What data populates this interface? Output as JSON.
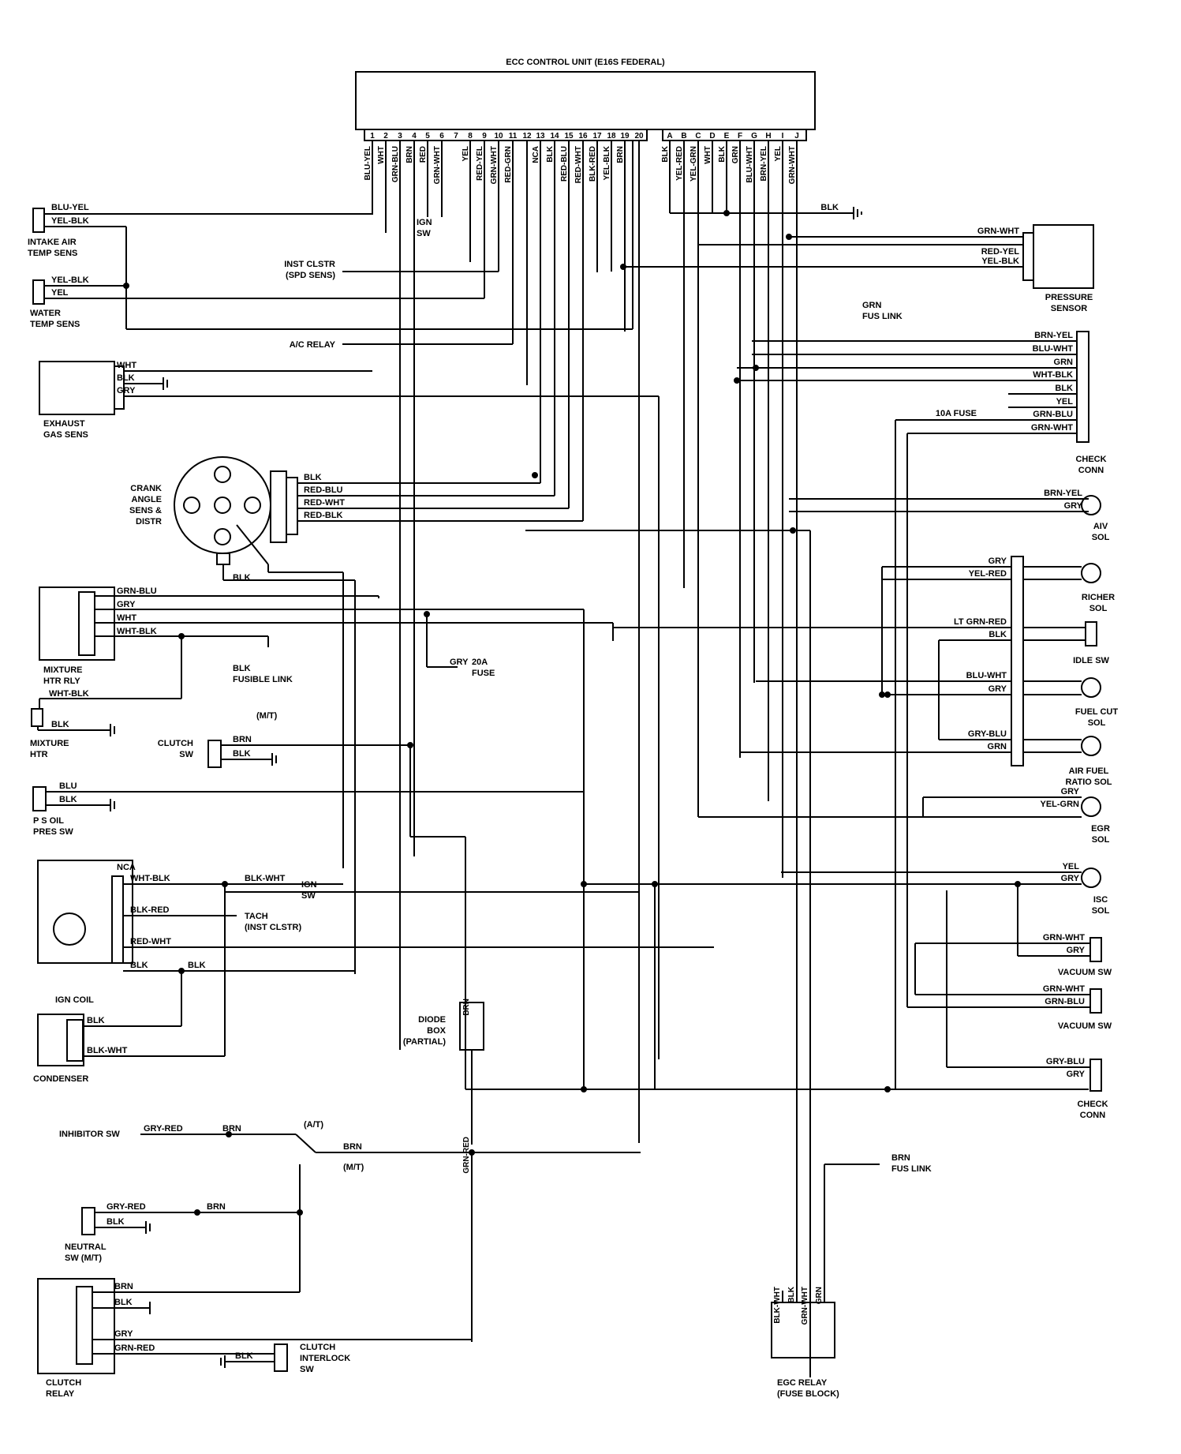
{
  "ecu": {
    "title": "ECC CONTROL UNIT (E16S FEDERAL)",
    "pins_num": [
      "1",
      "2",
      "3",
      "4",
      "5",
      "6",
      "7",
      "8",
      "9",
      "10",
      "11",
      "12",
      "13",
      "14",
      "15",
      "16",
      "17",
      "18",
      "19",
      "20"
    ],
    "pins_alpha": [
      "A",
      "B",
      "C",
      "D",
      "E",
      "F",
      "G",
      "H",
      "I",
      "J"
    ],
    "wires_num": [
      "BLU-YEL",
      "WHT",
      "GRN-BLU",
      "BRN",
      "RED",
      "GRN-WHT",
      "",
      "YEL",
      "RED-YEL",
      "GRN-WHT",
      "RED-GRN",
      "",
      "NCA",
      "BLK",
      "RED-BLU",
      "RED-WHT",
      "BLK-RED",
      "YEL-BLK",
      "BRN",
      ""
    ],
    "wires_alpha": [
      "BLK",
      "YEL-RED",
      "YEL-GRN",
      "WHT",
      "BLK",
      "GRN",
      "BLU-WHT",
      "BRN-YEL",
      "YEL",
      "GRN-WHT"
    ]
  },
  "components": {
    "intake_air_temp": "INTAKE AIR\nTEMP SENS",
    "water_temp": "WATER\nTEMP SENS",
    "exhaust_gas": "EXHAUST\nGAS SENS",
    "crank_angle": "CRANK\nANGLE\nSENS &\nDISTR",
    "mixture_htr_rly": "MIXTURE\nHTR RLY",
    "mixture_htr": "MIXTURE\nHTR",
    "clutch_sw": "CLUTCH\nSW",
    "ps_oil": "P S OIL\nPRES SW",
    "ign_coil": "IGN COIL",
    "condenser": "CONDENSER",
    "inhibitor_sw": "INHIBITOR SW",
    "neutral_sw": "NEUTRAL\nSW (M/T)",
    "clutch_relay": "CLUTCH\nRELAY",
    "clutch_interlock": "CLUTCH\nINTERLOCK\nSW",
    "diode_box": "DIODE\nBOX\n(PARTIAL)",
    "egc_relay": "EGC RELAY\n(FUSE BLOCK)",
    "pressure_sensor": "PRESSURE\nSENSOR",
    "check_conn_1": "CHECK\nCONN",
    "aiv_sol": "AIV\nSOL",
    "richer_sol": "RICHER\nSOL",
    "idle_sw": "IDLE SW",
    "fuel_cut_sol": "FUEL CUT\nSOL",
    "air_fuel_sol": "AIR FUEL\nRATIO SOL",
    "egr_sol": "EGR\nSOL",
    "isc_sol": "ISC\nSOL",
    "vacuum_sw_1": "VACUUM SW",
    "vacuum_sw_2": "VACUUM SW",
    "check_conn_2": "CHECK\nCONN"
  },
  "refs": {
    "ign_sw": "IGN\nSW",
    "inst_clstr": "INST CLSTR\n(SPD SENS)",
    "ac_relay": "A/C RELAY",
    "grn_fus_link": "GRN\nFUS LINK",
    "ten_a_fuse": "10A FUSE",
    "blk_fusible": "BLK\nFUSIBLE LINK",
    "twenty_a_fuse": "20A\nFUSE",
    "mt": "(M/T)",
    "ign_sw2": "IGN\nSW",
    "tach": "TACH\n(INST CLSTR)",
    "at": "(A/T)",
    "mt2": "(M/T)",
    "brn_fus_link": "BRN\nFUS LINK"
  },
  "wire_labels": {
    "w1": "BLU-YEL",
    "w2": "YEL-BLK",
    "w3": "YEL-BLK",
    "w4": "YEL",
    "w5": "WHT",
    "w6": "BLK",
    "w7": "GRY",
    "w8": "BLK",
    "w9": "RED-BLU",
    "w10": "RED-WHT",
    "w11": "RED-BLK",
    "w12": "BLK",
    "w13": "GRN-BLU",
    "w14": "GRY",
    "w15": "WHT",
    "w16": "WHT-BLK",
    "w17": "WHT-BLK",
    "w18": "BLK",
    "w19": "BRN",
    "w20": "BLK",
    "w21": "BLU",
    "w22": "BLK",
    "w23": "GRY",
    "w24": "NCA",
    "w25": "WHT-BLK",
    "w26": "BLK-WHT",
    "w27": "BLK-RED",
    "w28": "RED-WHT",
    "w29": "BLK",
    "w30": "BLK",
    "w31": "BLK",
    "w32": "BLK-WHT",
    "w33": "GRY-RED",
    "w34": "BRN",
    "w35": "BRN",
    "w36": "GRY-RED",
    "w37": "BRN",
    "w38": "BLK",
    "w39": "BRN",
    "w40": "BLK",
    "w41": "GRY",
    "w42": "GRN-RED",
    "w43": "BLK",
    "w44": "BRN",
    "w45": "GRN-RED",
    "w46": "BLK",
    "w47": "GRN-WHT",
    "w48": "RED-YEL",
    "w49": "YEL-BLK",
    "w50": "BRN-YEL",
    "w51": "BLU-WHT",
    "w52": "GRN",
    "w53": "WHT-BLK",
    "w54": "BLK",
    "w55": "YEL",
    "w56": "GRN-BLU",
    "w57": "GRN-WHT",
    "w58": "BRN-YEL",
    "w59": "GRY",
    "w60": "GRY",
    "w61": "YEL-RED",
    "w62": "LT GRN-RED",
    "w63": "BLK",
    "w64": "BLU-WHT",
    "w65": "GRY",
    "w66": "GRY-BLU",
    "w67": "GRN",
    "w68": "GRY",
    "w69": "YEL-GRN",
    "w70": "YEL",
    "w71": "GRY",
    "w72": "GRN-WHT",
    "w73": "GRY",
    "w74": "GRN-WHT",
    "w75": "GRN-BLU",
    "w76": "GRY-BLU",
    "w77": "GRY",
    "w78": "BLK-WHT",
    "w79": "BLK",
    "w80": "GRN-WHT",
    "w81": "GRN"
  }
}
